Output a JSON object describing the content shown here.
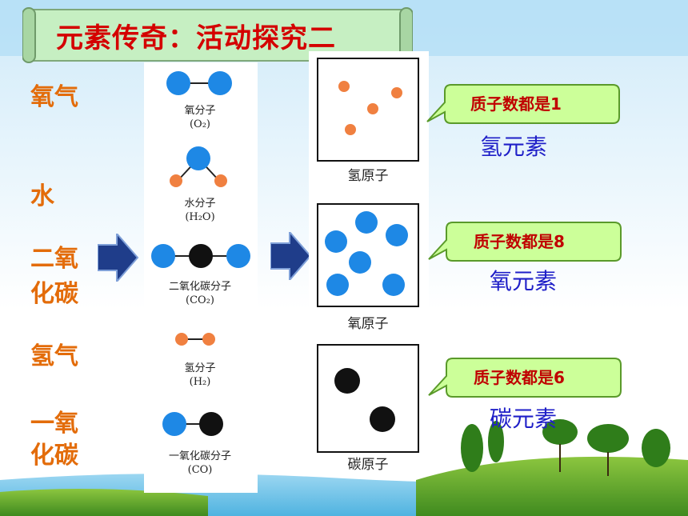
{
  "title": "元素传奇：活动探究二",
  "left_labels": {
    "oxygen_gas": "氧气",
    "water": "水",
    "co2_line1": "二氧",
    "co2_line2": "化碳",
    "hydrogen_gas": "氢气",
    "co_line1": "一氧",
    "co_line2": "化碳"
  },
  "molecules": {
    "o2": {
      "name": "氧分子",
      "formula": "(O₂)"
    },
    "h2o": {
      "name": "水分子",
      "formula": "(H₂O)"
    },
    "co2": {
      "name": "二氧化碳分子",
      "formula": "(CO₂)"
    },
    "h2": {
      "name": "氢分子",
      "formula": "(H₂)"
    },
    "co": {
      "name": "一氧化碳分子",
      "formula": "(CO)"
    }
  },
  "atom_boxes": {
    "hydrogen": {
      "caption": "氢原子",
      "callout": "质子数都是1",
      "element": "氢元素"
    },
    "oxygen": {
      "caption": "氧原子",
      "callout": "质子数都是8",
      "element": "氧元素"
    },
    "carbon": {
      "caption": "碳原子",
      "callout": "质子数都是6",
      "element": "碳元素"
    }
  },
  "colors": {
    "oxygen_atom": "#1e88e5",
    "hydrogen_atom": "#f08040",
    "carbon_atom": "#111111",
    "arrow": "#1f3d8a",
    "callout_bg": "#ccff99",
    "callout_border": "#5a9a2a"
  }
}
